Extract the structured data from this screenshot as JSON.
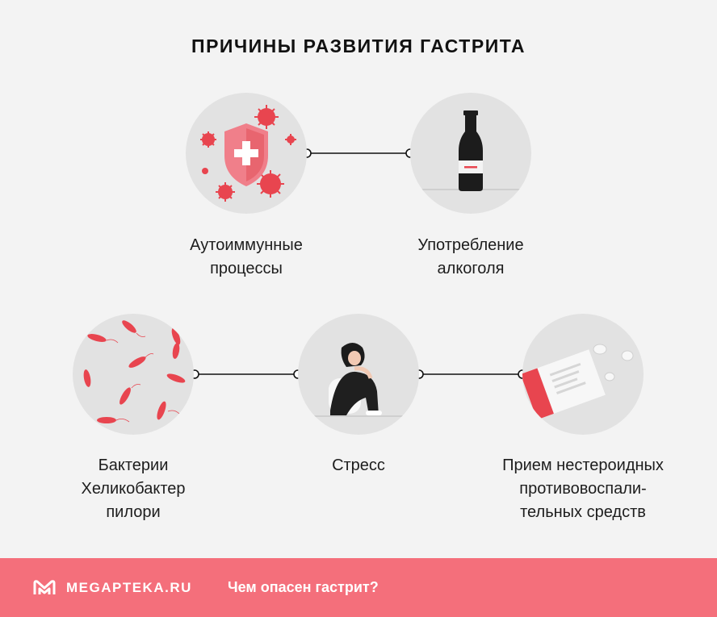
{
  "title": "ПРИЧИНЫ РАЗВИТИЯ ГАСТРИТА",
  "causes": [
    {
      "icon": "shield-virus-icon",
      "line1": "Аутоиммунные",
      "line2": "процессы",
      "line3": ""
    },
    {
      "icon": "bottle-icon",
      "line1": "Употребление",
      "line2": "алкоголя",
      "line3": ""
    },
    {
      "icon": "bacteria-icon",
      "line1": "Бактерии",
      "line2": "Хеликобактер",
      "line3": "пилори"
    },
    {
      "icon": "stressed-person-icon",
      "line1": "Стресс",
      "line2": "",
      "line3": ""
    },
    {
      "icon": "pills-box-icon",
      "line1": "Прием нестероидных",
      "line2": "противовоспали-",
      "line3": "тельных средств"
    }
  ],
  "footer": {
    "brand": "MEGAPTEKA.RU",
    "link": "Чем опасен гастрит?"
  },
  "colors": {
    "background": "#f3f3f3",
    "circle": "#e2e2e2",
    "accent": "#f46f7b",
    "red": "#e8454f"
  }
}
